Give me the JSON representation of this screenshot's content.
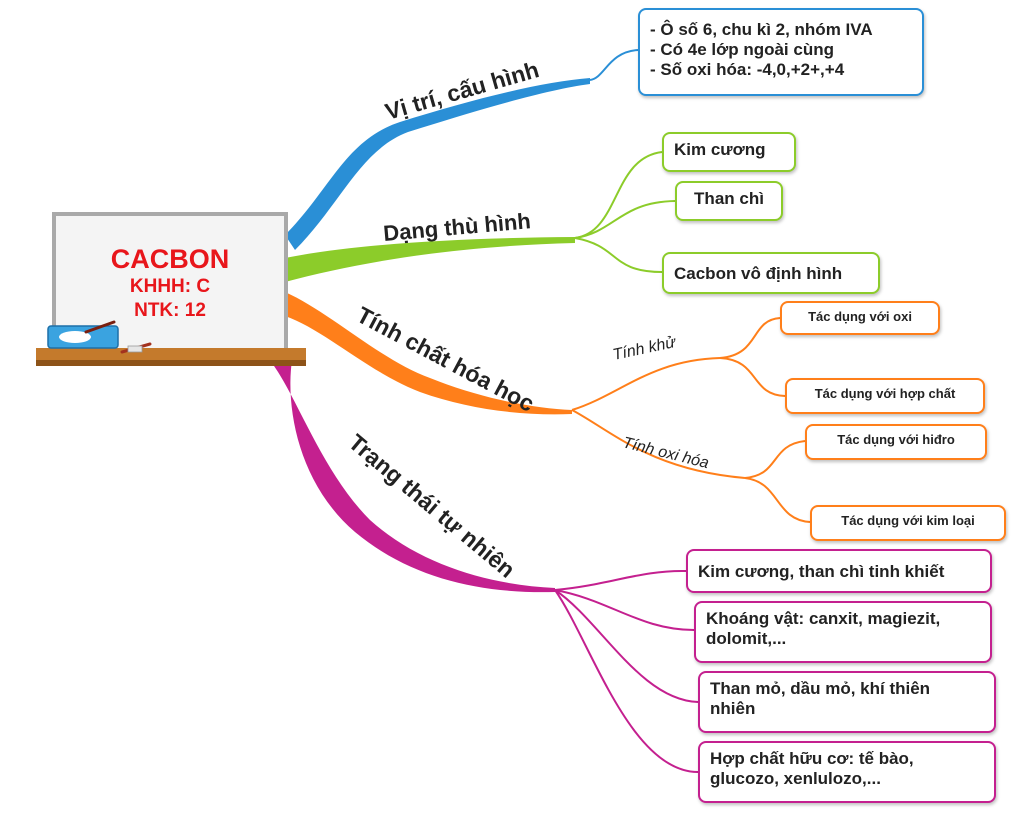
{
  "center": {
    "title": "CACBON",
    "line1": "KHHH: C",
    "line2": "NTK: 12"
  },
  "branches": {
    "position": {
      "label": "Vị trí, cấu hình",
      "color": "#2a8fd6",
      "items": [
        "- Ô số 6, chu kì 2, nhóm IVA",
        "- Có 4e lớp ngoài cùng",
        "- Số oxi hóa: -4,0,+2+,+4"
      ]
    },
    "allotropes": {
      "label": "Dạng thù hình",
      "color": "#8ccc2a",
      "items": [
        "Kim cương",
        "Than chì",
        "Cacbon vô định hình"
      ]
    },
    "chemical": {
      "label": "Tính chất hóa học",
      "color": "#ff7f1a",
      "reducing": {
        "label": "Tính khử",
        "items": [
          "Tác dụng với oxi",
          "Tác dụng với hợp chất"
        ]
      },
      "oxidizing": {
        "label": "Tính oxi hóa",
        "items": [
          "Tác dụng với hiđro",
          "Tác dụng với kim loại"
        ]
      }
    },
    "natural": {
      "label": "Trạng thái tự nhiên",
      "color": "#c4208f",
      "items": [
        {
          "line1": "Kim cương, than chì tinh khiết"
        },
        {
          "line1": "Khoáng vật: canxit, magiezit,",
          "line2": "dolomit,..."
        },
        {
          "line1": "Than mỏ, dầu mỏ, khí thiên",
          "line2": "nhiên"
        },
        {
          "line1": "Hợp chất hữu cơ: tế bào,",
          "line2": "glucozo, xenlulozo,..."
        }
      ]
    }
  }
}
